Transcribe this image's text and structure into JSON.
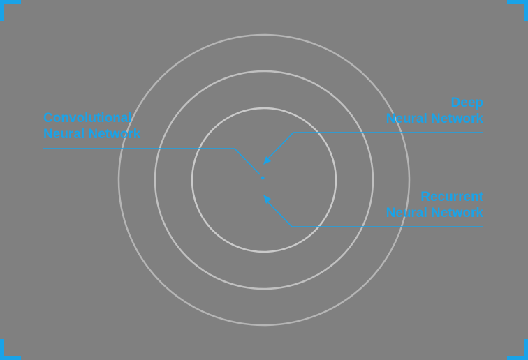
{
  "colors": {
    "background": "#808080",
    "accent": "#1aa3e8",
    "ring": "#c4c4c4"
  },
  "labels": {
    "cnn": {
      "line1": "Convolutional",
      "line2": "Neural Network"
    },
    "dnn": {
      "line1": "Deep",
      "line2": "Neural Network"
    },
    "rnn": {
      "line1": "Recurrent",
      "line2": "Neural Network"
    }
  }
}
